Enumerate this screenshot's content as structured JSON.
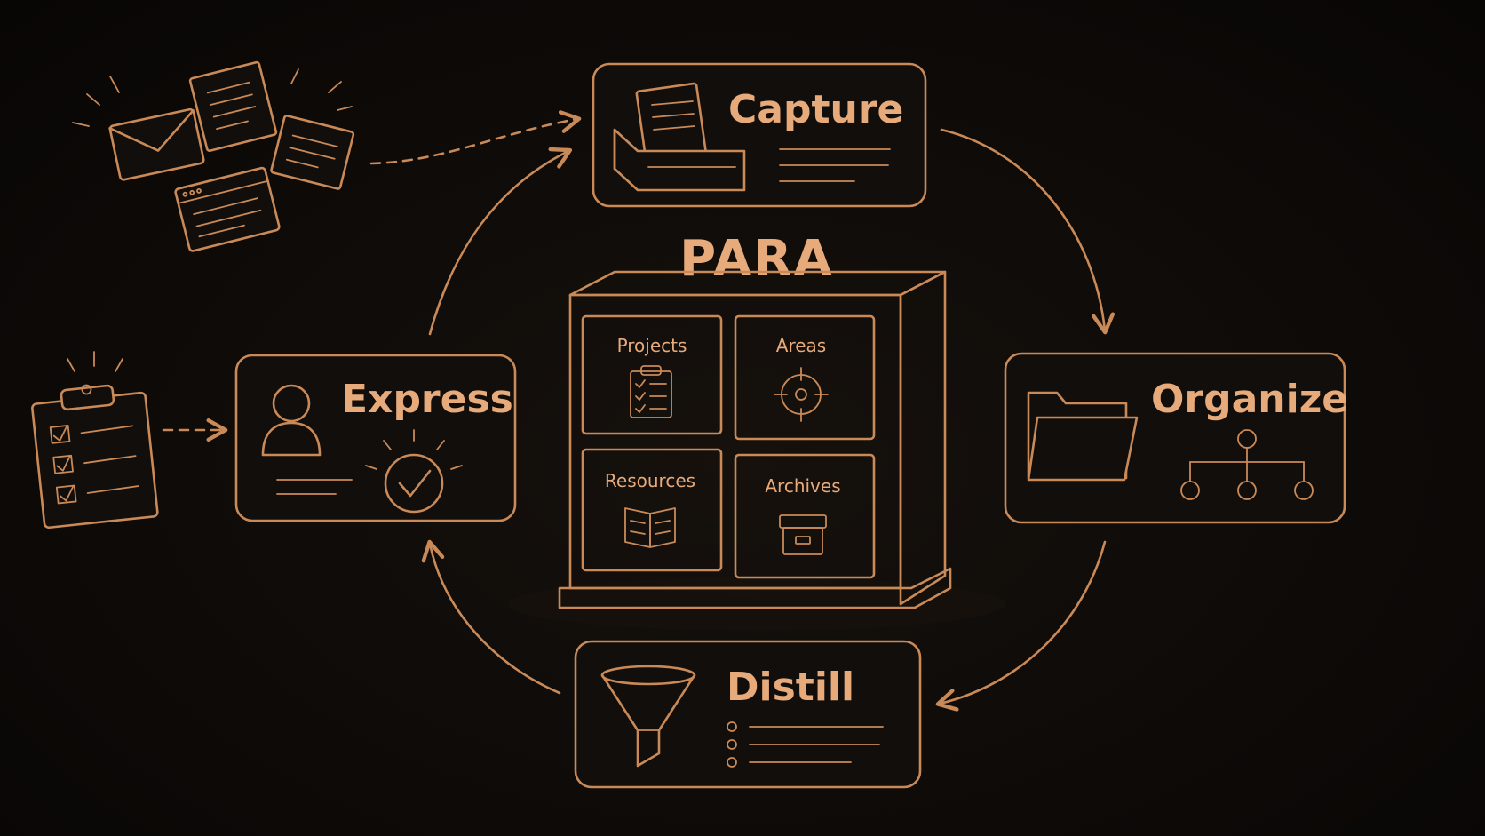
{
  "colors": {
    "background": "#0d0a08",
    "accent": "#c98a58",
    "text": "#e7ab7b",
    "cabinet": "#1a1410"
  },
  "hub": {
    "title": "PARA",
    "drawers": [
      {
        "label": "Projects",
        "icon": "clipboard-checklist-icon"
      },
      {
        "label": "Areas",
        "icon": "target-icon"
      },
      {
        "label": "Resources",
        "icon": "open-book-icon"
      },
      {
        "label": "Archives",
        "icon": "archive-box-icon"
      }
    ]
  },
  "stages": {
    "capture": {
      "label": "Capture",
      "icon": "inbox-tray-icon"
    },
    "organize": {
      "label": "Organize",
      "icon": "folder-icon"
    },
    "distill": {
      "label": "Distill",
      "icon": "funnel-icon"
    },
    "express": {
      "label": "Express",
      "icon": "person-icon"
    }
  },
  "inputs": {
    "sources": [
      "envelope-icon",
      "document-icon",
      "note-icon",
      "browser-window-icon"
    ],
    "tasks": "checklist-clipboard-icon"
  }
}
